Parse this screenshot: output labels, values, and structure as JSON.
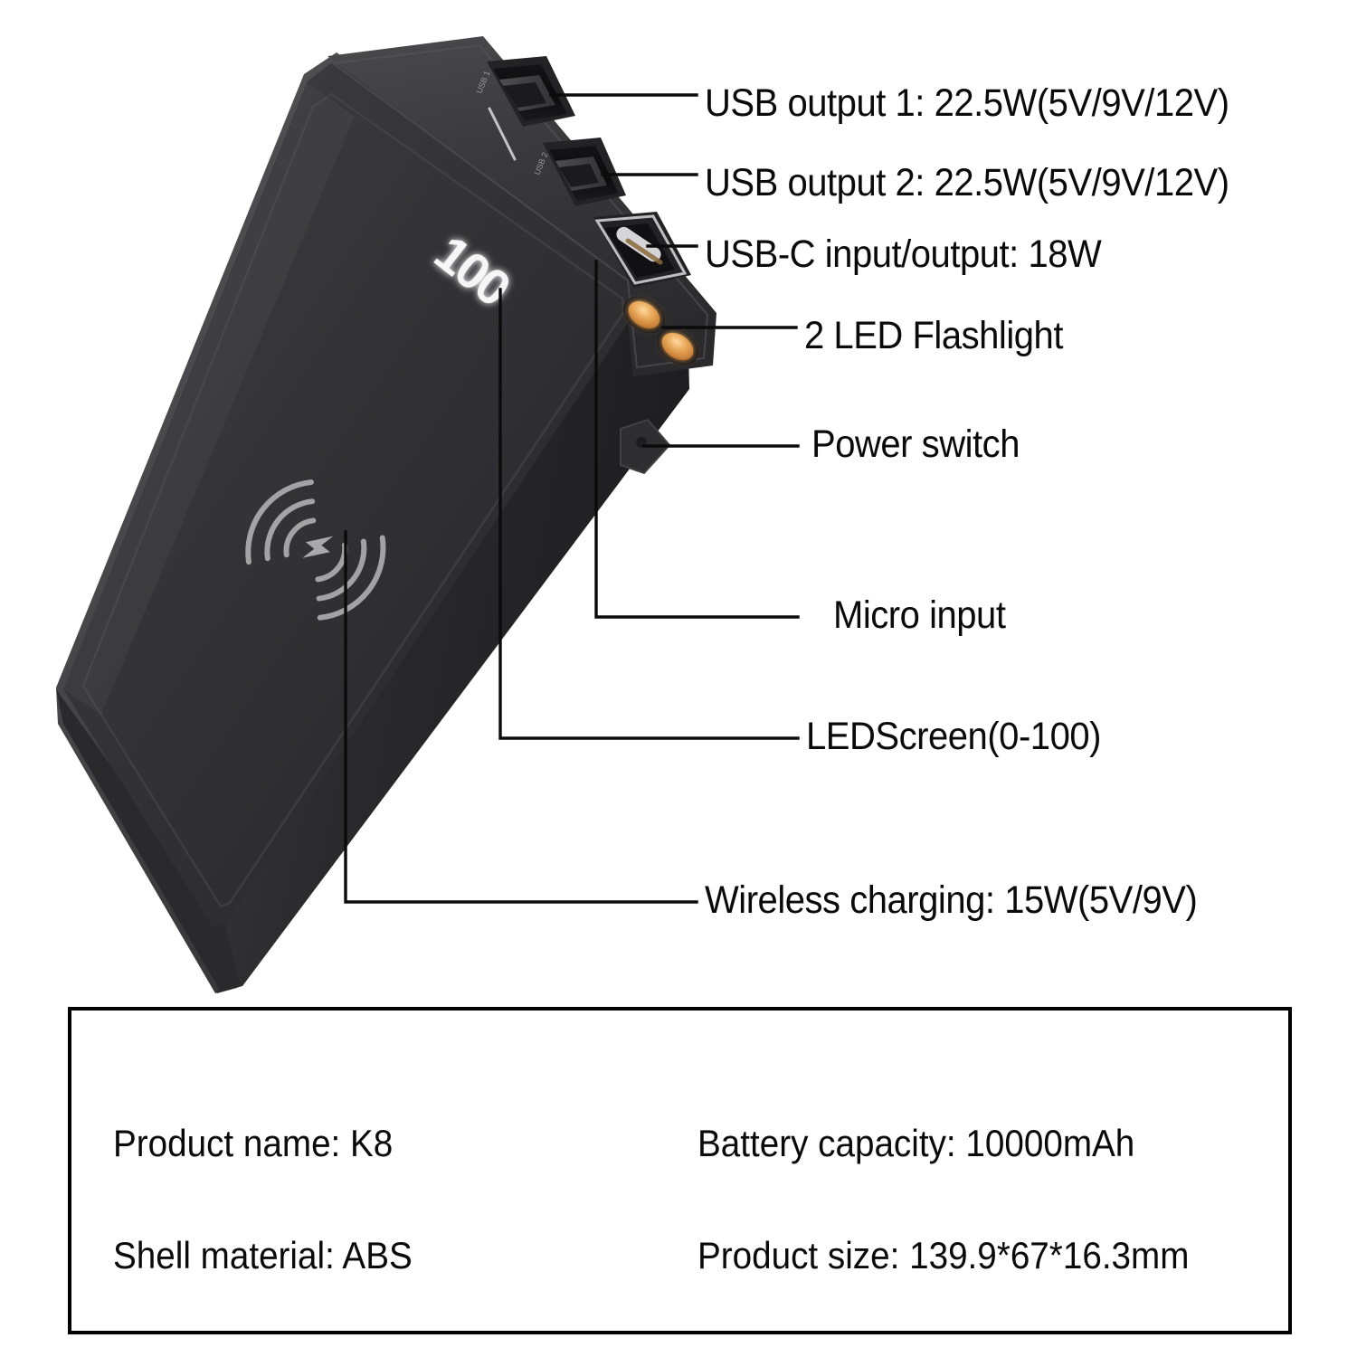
{
  "product_image": {
    "device_name": "wireless-power-bank",
    "led_display_value": "100",
    "led_flashlight_color": "#d9923f",
    "body_color": "#333335",
    "wireless_icon": "wireless-charging-bolt-icon"
  },
  "callouts": [
    {
      "id": "usb-output-1",
      "label": "USB output 1: 22.5W(5V/9V/12V)"
    },
    {
      "id": "usb-output-2",
      "label": "USB output 2: 22.5W(5V/9V/12V)"
    },
    {
      "id": "usb-c",
      "label": "USB-C  input/output: 18W"
    },
    {
      "id": "led-flashlight",
      "label": "2 LED Flashlight"
    },
    {
      "id": "power-switch",
      "label": "Power switch"
    },
    {
      "id": "micro-input",
      "label": "Micro input"
    },
    {
      "id": "led-screen",
      "label": "LEDScreen(0-100)"
    },
    {
      "id": "wireless-charging",
      "label": "Wireless charging: 15W(5V/9V)"
    }
  ],
  "specs": {
    "product_name": "Product name: K8",
    "battery_capacity": "Battery capacity: 10000mAh",
    "shell_material": "Shell material: ABS",
    "product_size": "Product size: 139.9*67*16.3mm"
  }
}
